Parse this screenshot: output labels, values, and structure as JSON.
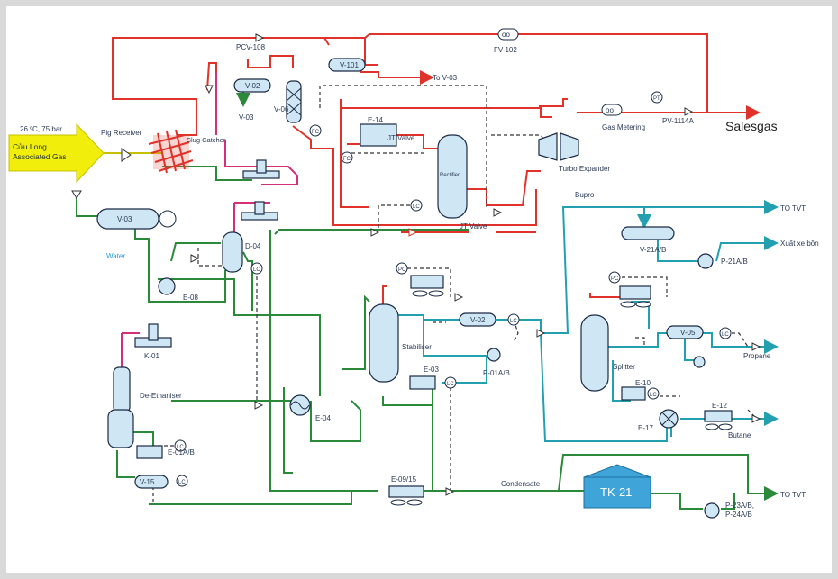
{
  "feed": {
    "conditions": "26 ºC, 75 bar",
    "line1": "Cửu Long",
    "line2": "Associated Gas"
  },
  "labels": {
    "pcv108": "PCV-108",
    "v101": "V-101",
    "fv102": "FV-102",
    "to_v03_top": "To V-03",
    "v02_top": "V-02",
    "v03_small": "V-03",
    "v06": "V-06",
    "pig_receiver": "Pig Receiver",
    "slug_catcher": "Slug Catcher",
    "fc": "FC",
    "e14": "E-14",
    "jt_valve_top": "JT Valve",
    "rectifier": "Rectifier",
    "jt_valve": "JT Valve",
    "turbo_expander": "Turbo Expander",
    "gas_metering": "Gas Metering",
    "pt": "PT",
    "pv1114a": "PV-1114A",
    "salesgas": "Salesgas",
    "v03_main": "V-03",
    "water": "Water",
    "d04": "D-04",
    "e08": "E-08",
    "k01": "K-01",
    "lc": "LC",
    "de_ethaniser": "De-Ethaniser",
    "e04": "E-04",
    "e01ab": "E-01A/B",
    "v15": "V-15",
    "bupro": "Bupro",
    "to_tvt_top": "TO TVT",
    "v21ab": "V-21A/B",
    "xuat_xe_bon": "Xuất xe bồn",
    "p21ab": "P-21A/B",
    "pc": "PC",
    "stabiliser": "Stabiliser",
    "v02_mid": "V-02",
    "p01ab": "P-01A/B",
    "e03": "E-03",
    "splitter": "Splitter",
    "v05": "V-05",
    "propane": "Propane",
    "e10": "E-10",
    "e17": "E-17",
    "e12": "E-12",
    "butane": "Butane",
    "e09_15": "E-09/15",
    "condensate": "Condensate",
    "tk21": "TK-21",
    "p23ab": "P-23A/B,",
    "p24ab": "P-24A/B",
    "to_tvt_bottom": "TO TVT"
  }
}
